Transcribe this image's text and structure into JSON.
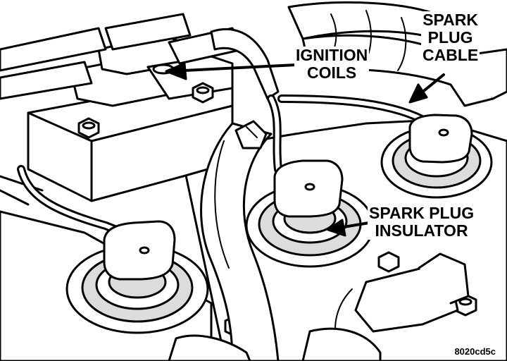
{
  "labels": {
    "ignition_coils": "IGNITION\nCOILS",
    "spark_plug_cable": "SPARK\nPLUG\nCABLE",
    "spark_plug_insulator": "SPARK PLUG\nINSULATOR"
  },
  "figure_id": "8020cd5c",
  "colors": {
    "ink": "#000000",
    "paper": "#ffffff",
    "shade": "#dcdcdc"
  }
}
